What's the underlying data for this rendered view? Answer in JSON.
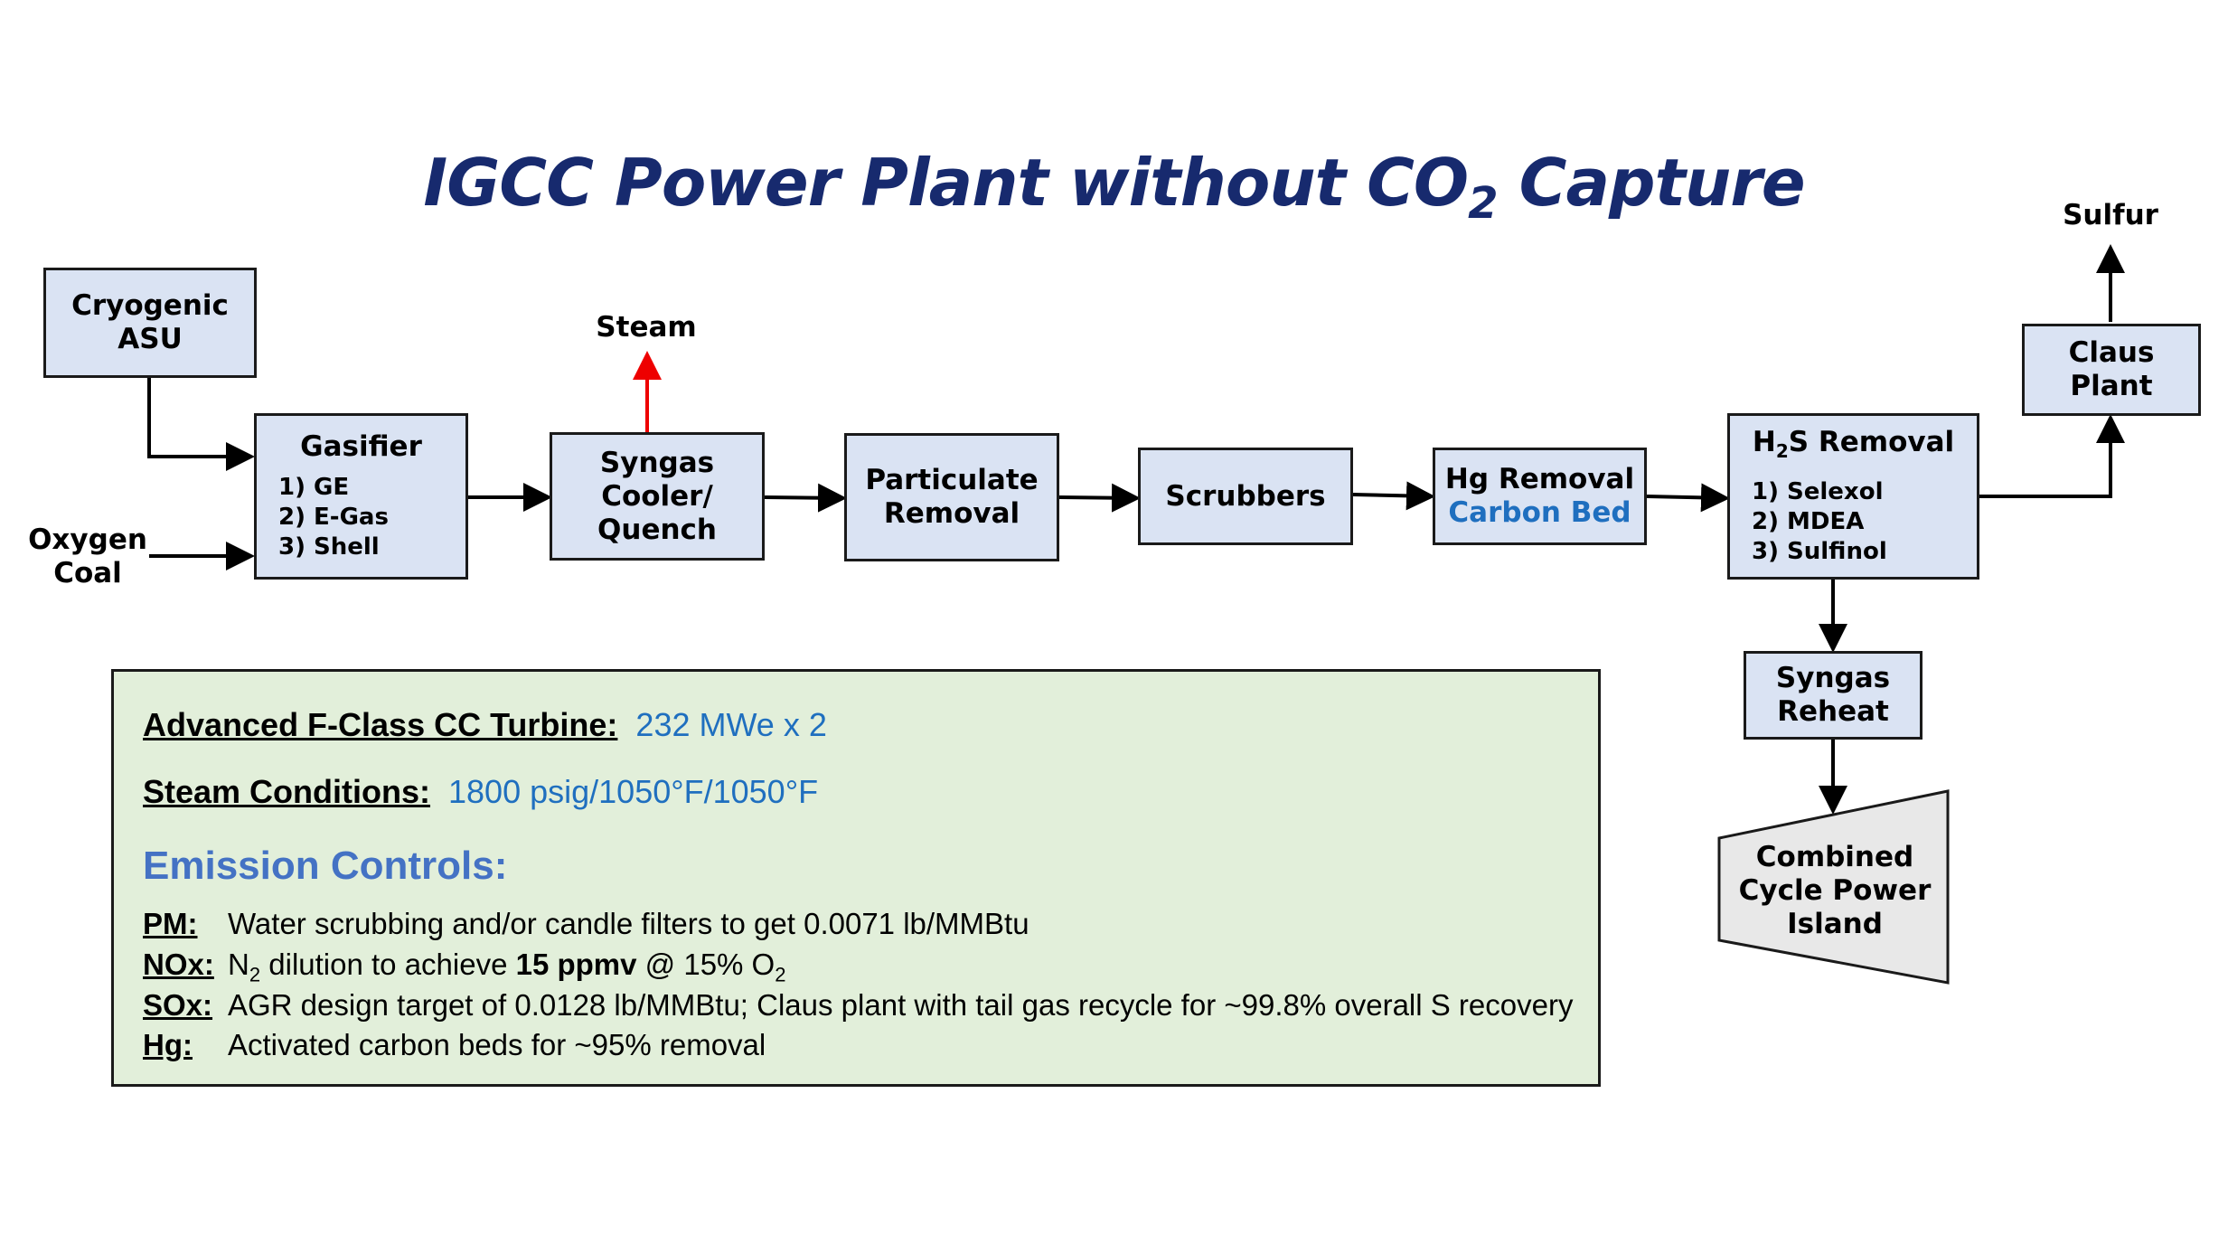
{
  "title": {
    "prefix": "IGCC Power Plant without CO",
    "sub": "2",
    "suffix": " Capture"
  },
  "inputs": {
    "asu": "Cryogenic\nASU",
    "oxygen": "Oxygen",
    "coal": "Coal"
  },
  "outputs": {
    "steam": "Steam",
    "sulfur": "Sulfur"
  },
  "boxes": {
    "gasifier": {
      "title": "Gasifier",
      "options": [
        "1) GE",
        "2) E-Gas",
        "3) Shell"
      ]
    },
    "syngas_cooler": "Syngas\nCooler/\nQuench",
    "particulate": "Particulate\nRemoval",
    "scrubbers": "Scrubbers",
    "hg_removal": {
      "title": "Hg Removal",
      "detail": "Carbon Bed"
    },
    "h2s_removal": {
      "title_pre": "H",
      "title_sub": "2",
      "title_post": "S Removal",
      "options": [
        "1) Selexol",
        "2) MDEA",
        "3) Sulfinol"
      ]
    },
    "claus": "Claus\nPlant",
    "reheat": "Syngas\nReheat",
    "power_island": "Combined\nCycle Power\nIsland"
  },
  "specs": {
    "turbine_label": "Advanced F-Class CC Turbine:",
    "turbine_value": "232 MWe x 2",
    "steam_label": "Steam Conditions:",
    "steam_value": "1800 psig/1050°F/1050°F"
  },
  "emissions": {
    "title": "Emission Controls:",
    "pm_label": "PM:",
    "pm_text": "Water scrubbing and/or candle filters to get 0.0071 lb/MMBtu",
    "nox_label": "NOx:",
    "nox_a": "N",
    "nox_a_sub": "2",
    "nox_b": " dilution to achieve ",
    "nox_bold": "15 ppmv",
    "nox_c": " @ 15% O",
    "nox_c_sub": "2",
    "sox_label": "SOx:",
    "sox_text": "AGR design target of 0.0128 lb/MMBtu; Claus plant with tail gas recycle for ~99.8% overall S recovery",
    "hg_label": "Hg:",
    "hg_text": "Activated carbon beds for ~95% removal"
  },
  "colors": {
    "box_fill": "#dae3f3",
    "panel_fill": "#e2efda",
    "title": "#172a6e",
    "accent_blue": "#1f6fbf",
    "steam_arrow": "#ee0000",
    "island_fill": "#e8e8e8"
  }
}
